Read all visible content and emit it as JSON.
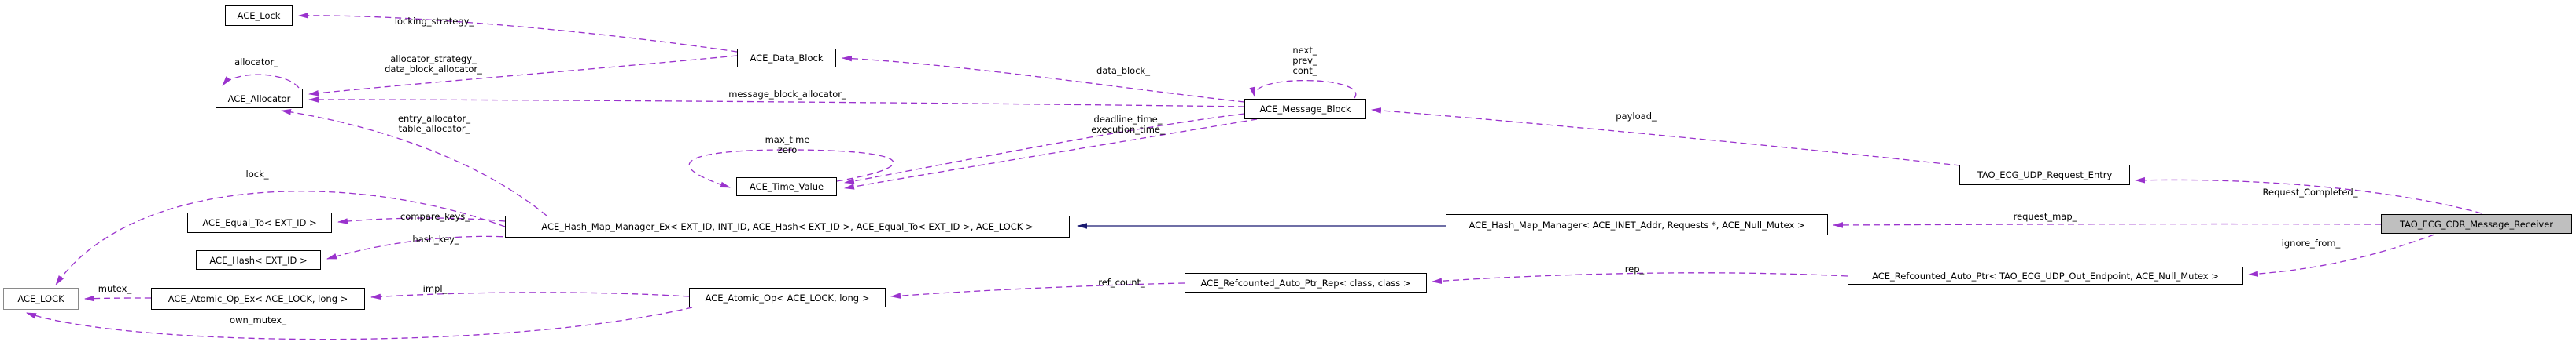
{
  "diagram": {
    "type": "doxygen-collaboration-graph",
    "highlighted_node": "TAO_ECG_CDR_Message_Receiver"
  },
  "colors": {
    "usage_edge_dashed": "#9a32cd",
    "inheritance_edge_solid": "#191970",
    "node_border": "#000000",
    "node_background": "#ffffff",
    "highlighted_node_background": "#bfbfbf"
  },
  "nodes": [
    {
      "label": "ACE_Lock"
    },
    {
      "label": "ACE_Allocator"
    },
    {
      "label": "ACE_Equal_To< EXT_ID >"
    },
    {
      "label": "ACE_Hash< EXT_ID >"
    },
    {
      "label": "ACE_LOCK"
    },
    {
      "label": "ACE_Atomic_Op_Ex< ACE_LOCK, long >"
    },
    {
      "label": "ACE_Data_Block"
    },
    {
      "label": "ACE_Time_Value"
    },
    {
      "label": "ACE_Atomic_Op< ACE_LOCK, long >"
    },
    {
      "label": "ACE_Hash_Map_Manager_Ex< EXT_ID, INT_ID, ACE_Hash< EXT_ID >, ACE_Equal_To< EXT_ID >, ACE_LOCK >"
    },
    {
      "label": "ACE_Message_Block"
    },
    {
      "label": "ACE_Refcounted_Auto_Ptr_Rep< class, class >"
    },
    {
      "label": "ACE_Hash_Map_Manager< ACE_INET_Addr, Requests *, ACE_Null_Mutex >"
    },
    {
      "label": "TAO_ECG_UDP_Request_Entry"
    },
    {
      "label": "ACE_Refcounted_Auto_Ptr< TAO_ECG_UDP_Out_Endpoint, ACE_Null_Mutex >"
    },
    {
      "label": "TAO_ECG_CDR_Message_Receiver"
    }
  ],
  "edge_labels": [
    {
      "text": "locking_strategy_"
    },
    {
      "text": "allocator_"
    },
    {
      "text": "allocator_strategy_"
    },
    {
      "text": "data_block_allocator_"
    },
    {
      "text": "message_block_allocator_"
    },
    {
      "text": "entry_allocator_"
    },
    {
      "text": "table_allocator_"
    },
    {
      "text": "lock_"
    },
    {
      "text": "compare_keys_"
    },
    {
      "text": "hash_key_"
    },
    {
      "text": "mutex_"
    },
    {
      "text": "impl_"
    },
    {
      "text": "own_mutex_"
    },
    {
      "text": "max_time"
    },
    {
      "text": "zero"
    },
    {
      "text": "data_block_"
    },
    {
      "text": "deadline_time_"
    },
    {
      "text": "execution_time_"
    },
    {
      "text": "next_"
    },
    {
      "text": "prev_"
    },
    {
      "text": "cont_"
    },
    {
      "text": "payload_"
    },
    {
      "text": "ref_count_"
    },
    {
      "text": "rep_"
    },
    {
      "text": "request_map_"
    },
    {
      "text": "Request_Completed_"
    },
    {
      "text": "ignore_from_"
    }
  ]
}
